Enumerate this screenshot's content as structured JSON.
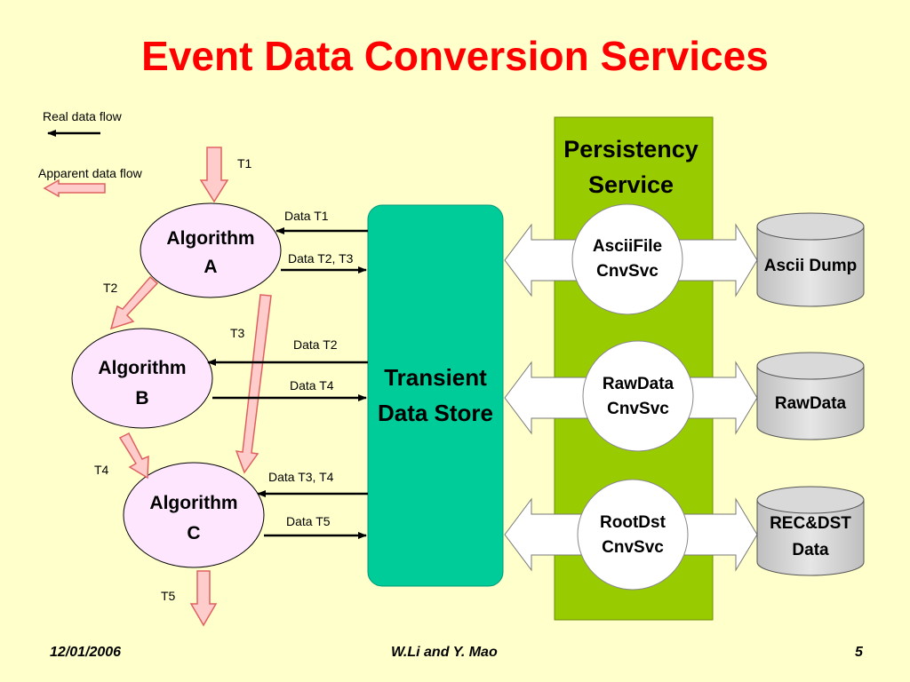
{
  "title": "Event Data Conversion Services",
  "legend": {
    "real_flow": "Real data flow",
    "apparent_flow": "Apparent data flow"
  },
  "algorithms": [
    {
      "line1": "Algorithm",
      "line2": "A"
    },
    {
      "line1": "Algorithm",
      "line2": "B"
    },
    {
      "line1": "Algorithm",
      "line2": "C"
    }
  ],
  "flow_labels": {
    "t1": "T1",
    "t2": "T2",
    "t3": "T3",
    "t4": "T4",
    "t5": "T5"
  },
  "data_labels": {
    "data_t1": "Data T1",
    "data_t2_t3": "Data T2, T3",
    "data_t2": "Data T2",
    "data_t4": "Data T4",
    "data_t3_t4": "Data T3, T4",
    "data_t5": "Data T5"
  },
  "transient_store": {
    "line1": "Transient",
    "line2": "Data Store"
  },
  "persistency": {
    "line1": "Persistency",
    "line2": "Service"
  },
  "services": [
    {
      "line1": "AsciiFile",
      "line2": "CnvSvc"
    },
    {
      "line1": "RawData",
      "line2": "CnvSvc"
    },
    {
      "line1": "RootDst",
      "line2": "CnvSvc"
    }
  ],
  "stores": [
    {
      "line1": "Ascii Dump",
      "line2": ""
    },
    {
      "line1": "RawData",
      "line2": ""
    },
    {
      "line1": "REC&DST",
      "line2": "Data"
    }
  ],
  "footer": {
    "date": "12/01/2006",
    "authors": "W.Li and Y. Mao",
    "page": "5"
  },
  "colors": {
    "background": "#FFFFCC",
    "title": "#FF0000",
    "algorithm_fill": "#FFE6FF",
    "apparent_arrow": "#FFCCCC",
    "apparent_arrow_stroke": "#E06060",
    "transient_store": "#00CC99",
    "persistency": "#99CC00",
    "store_fill": "#D9D9D9"
  }
}
